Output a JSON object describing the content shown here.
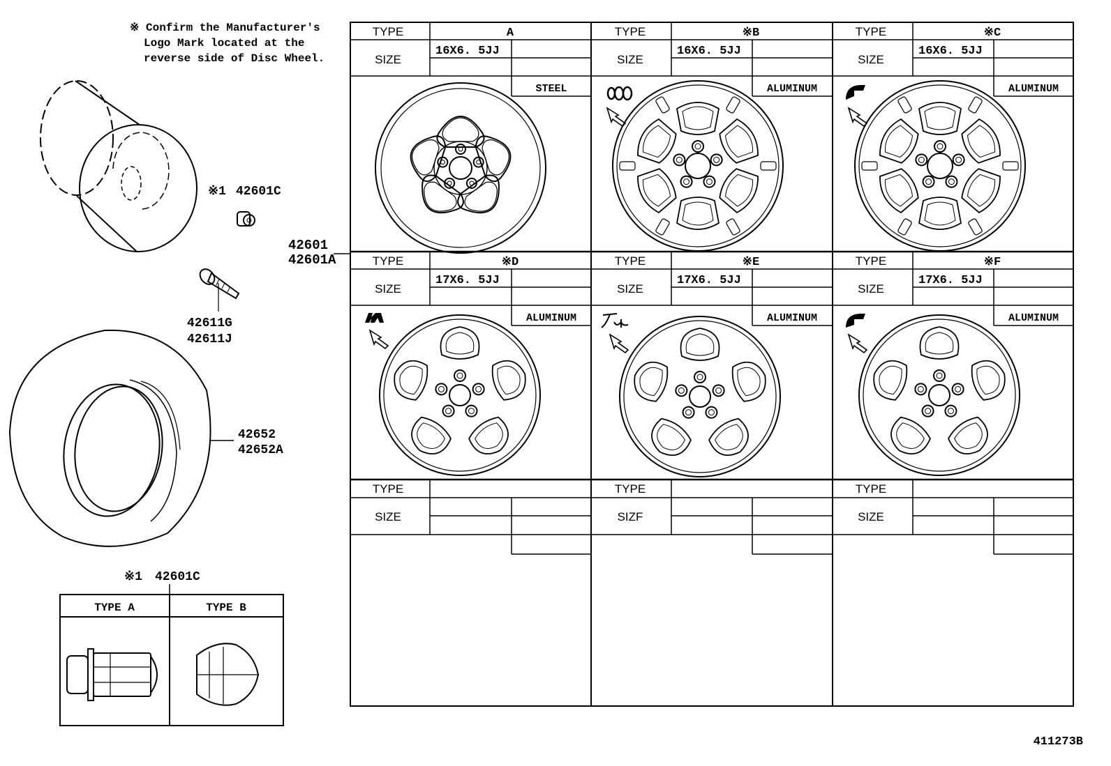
{
  "note": {
    "line1": "※ Confirm the Manufacturer's",
    "line2": "Logo Mark located at the",
    "line3": "reverse side of Disc Wheel."
  },
  "parts": {
    "nut_top": {
      "mark": "※1",
      "number": "42601C"
    },
    "wheel": {
      "line1": "42601",
      "line2": "42601A"
    },
    "valve": {
      "line1": "42611G",
      "line2": "42611J"
    },
    "tire": {
      "line1": "42652",
      "line2": "42652A"
    },
    "nut_box": {
      "mark": "※1",
      "number": "42601C",
      "type_a": "TYPE  A",
      "type_b": "TYPE  B"
    }
  },
  "labels": {
    "type": "TYPE",
    "size": "SIZE",
    "size_variant": "SIZF"
  },
  "wheel_table": [
    {
      "type": "A",
      "size": "16X6. 5JJ",
      "material": "STEEL",
      "logo": ""
    },
    {
      "type": "※B",
      "size": "16X6. 5JJ",
      "material": "ALUMINUM",
      "logo": "topy"
    },
    {
      "type": "※C",
      "size": "16X6. 5JJ",
      "material": "ALUMINUM",
      "logo": "enkei"
    },
    {
      "type": "※D",
      "size": "17X6. 5JJ",
      "material": "ALUMINUM",
      "logo": "central"
    },
    {
      "type": "※E",
      "size": "17X6. 5JJ",
      "material": "ALUMINUM",
      "logo": "chuo"
    },
    {
      "type": "※F",
      "size": "17X6. 5JJ",
      "material": "ALUMINUM",
      "logo": "enkei"
    }
  ],
  "figure_id": "411273B"
}
